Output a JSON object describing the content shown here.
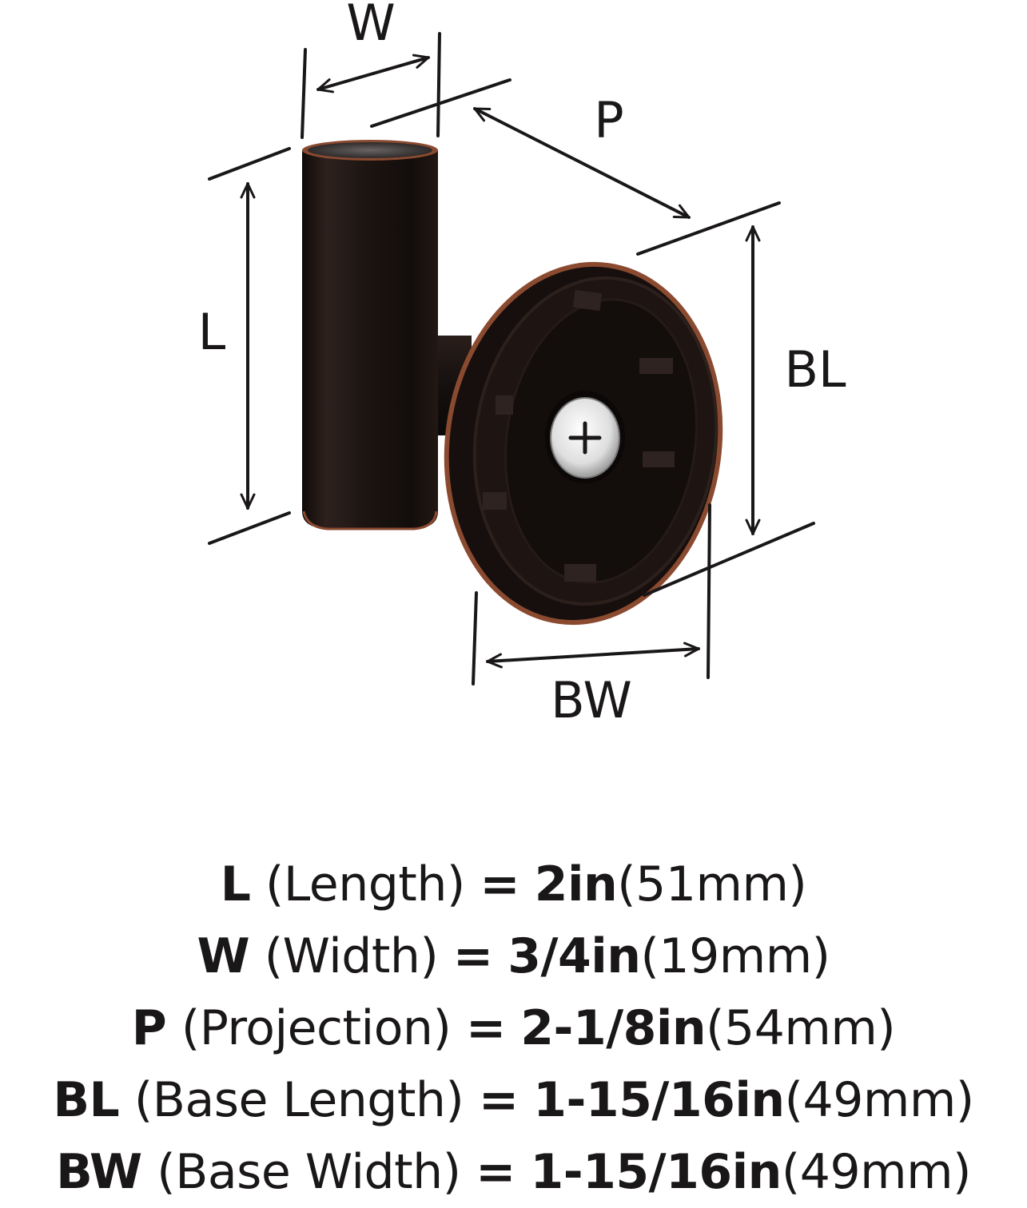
{
  "diagram": {
    "labels": {
      "w": "W",
      "p": "P",
      "l": "L",
      "bl": "BL",
      "bw": "BW"
    },
    "colors": {
      "finish": "#1f1614",
      "copper": "#8a4a30",
      "screw": "#e6e6e6",
      "ink": "#1a1718"
    }
  },
  "specs": [
    {
      "key": "L",
      "name": "(Length)",
      "eq": "=",
      "imperial": "2in",
      "metric": "(51mm)"
    },
    {
      "key": "W",
      "name": "(Width)",
      "eq": "=",
      "imperial": "3/4in",
      "metric": "(19mm)"
    },
    {
      "key": "P",
      "name": "(Projection)",
      "eq": "=",
      "imperial": "2-1/8in",
      "metric": "(54mm)"
    },
    {
      "key": "BL",
      "name": "(Base Length)",
      "eq": "=",
      "imperial": "1-15/16in",
      "metric": "(49mm)"
    },
    {
      "key": "BW",
      "name": "(Base Width)",
      "eq": "=",
      "imperial": "1-15/16in",
      "metric": "(49mm)"
    }
  ]
}
